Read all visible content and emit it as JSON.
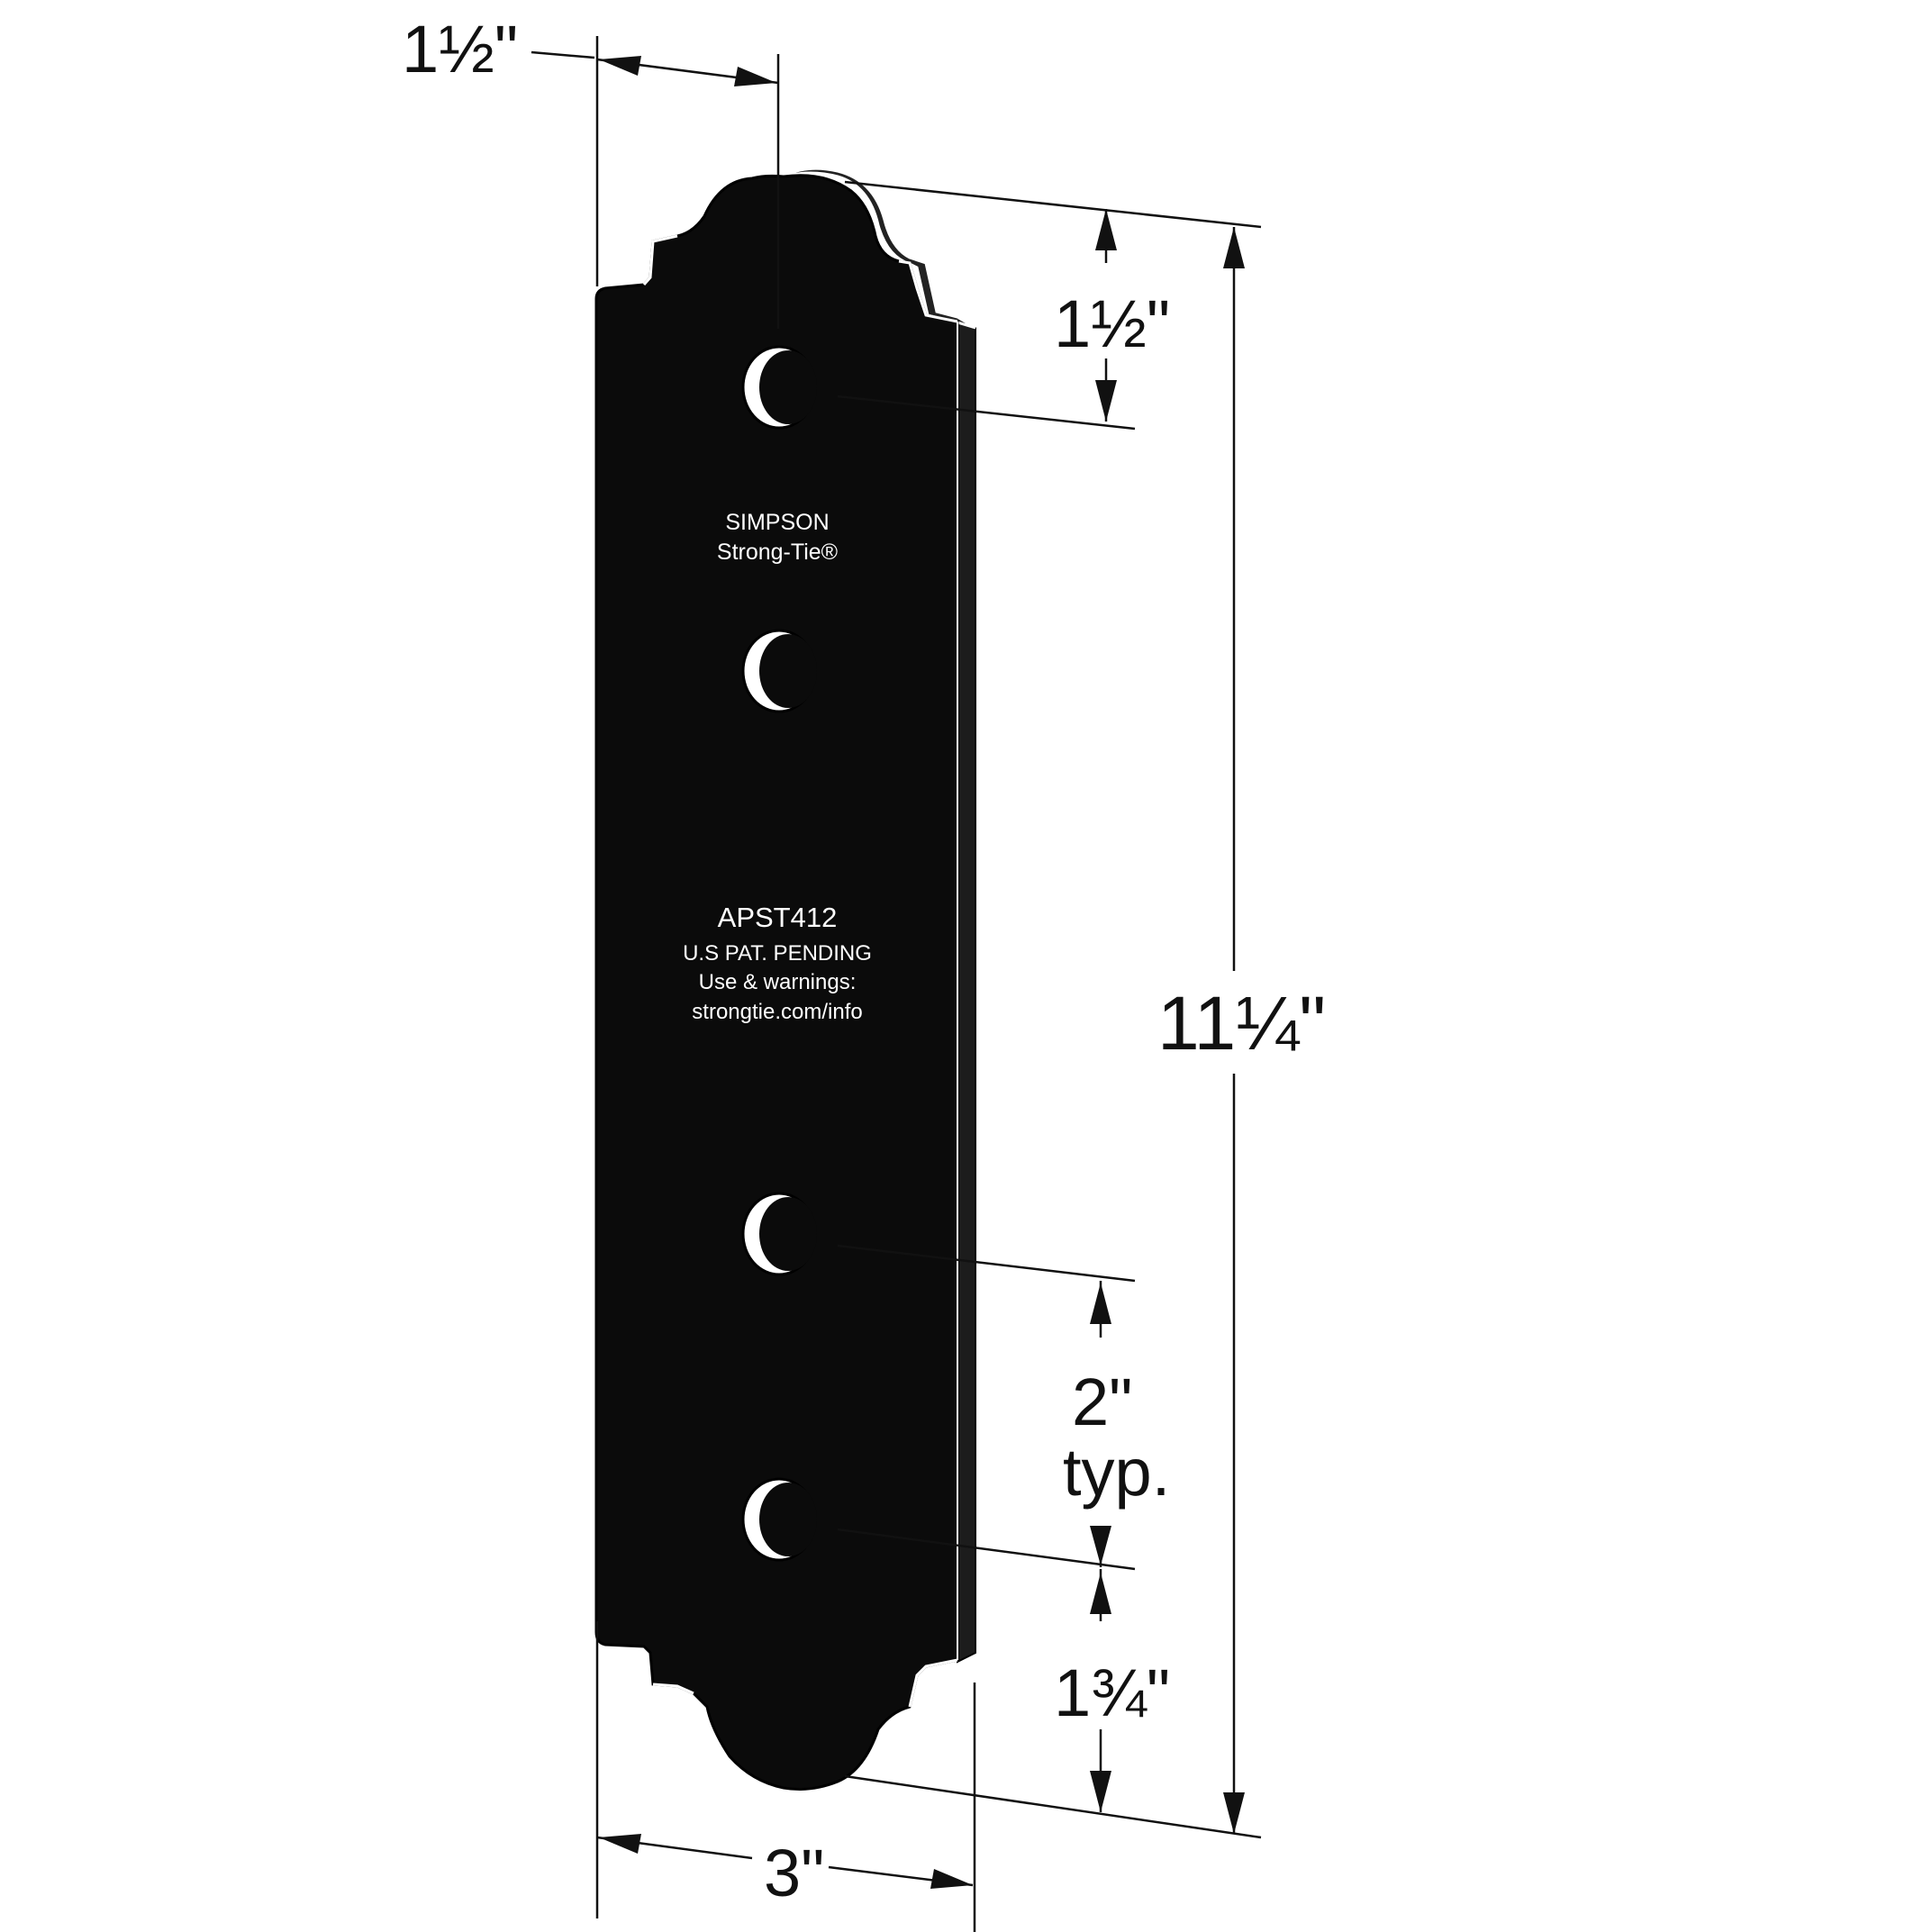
{
  "colors": {
    "plate": "#0b0b0b",
    "plate_edge": "#1a1a1a",
    "highlight": "#ffffff",
    "dimension_line": "#111111",
    "background": "#ffffff"
  },
  "dimensions": {
    "top_width_offset": {
      "label": "1½\""
    },
    "top_hole_offset": {
      "label": "1½\""
    },
    "overall_height": {
      "label": "11¼\""
    },
    "hole_spacing": {
      "label": "2\"",
      "sublabel": "typ."
    },
    "bottom_hole_offset": {
      "label": "1¾\""
    },
    "plate_width": {
      "label": "3\""
    }
  },
  "stamp": {
    "brand_line1": "SIMPSON",
    "brand_line2": "Strong-Tie®",
    "model": "APST412",
    "patent": "U.S PAT. PENDING",
    "warnings": "Use & warnings:",
    "url": "strongtie.com/info"
  },
  "holes": [
    {
      "name": "hole-1"
    },
    {
      "name": "hole-2"
    },
    {
      "name": "hole-3"
    },
    {
      "name": "hole-4"
    }
  ]
}
